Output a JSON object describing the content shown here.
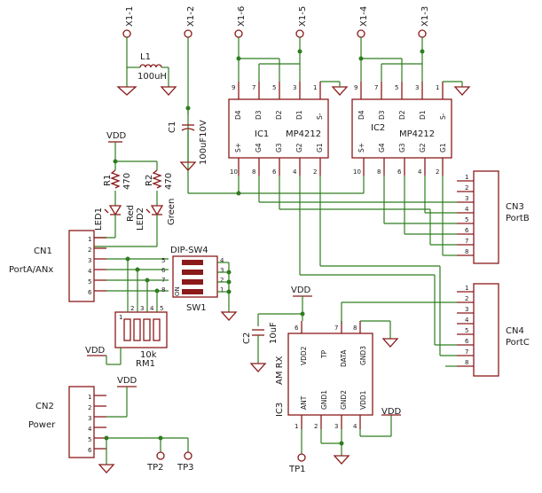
{
  "top_pins": [
    "X1-1",
    "X1-2",
    "X1-6",
    "X1-5",
    "X1-4",
    "X1-3"
  ],
  "L1": {
    "name": "L1",
    "value": "100uH"
  },
  "C1": {
    "name": "C1",
    "value": "100uF10V"
  },
  "C2": {
    "name": "C2",
    "value": "10uF"
  },
  "R1": {
    "name": "R1",
    "value": "470"
  },
  "R2": {
    "name": "R2",
    "value": "470"
  },
  "LED1": {
    "name": "LED1",
    "color": "Red"
  },
  "LED2": {
    "name": "LED2",
    "color": "Green"
  },
  "VDD": "VDD",
  "IC1": {
    "name": "IC1",
    "part": "MP4212",
    "top": [
      "D4",
      "D3",
      "D2",
      "D1",
      "S-"
    ],
    "bottom": [
      "S+",
      "G4",
      "G3",
      "G2",
      "G1"
    ],
    "top_nums": [
      "9",
      "7",
      "5",
      "3",
      "1"
    ],
    "bottom_nums": [
      "10",
      "8",
      "6",
      "4",
      "2"
    ]
  },
  "IC2": {
    "name": "IC2",
    "part": "MP4212"
  },
  "IC3": {
    "name": "IC3",
    "part": "AM RX",
    "top": [
      "VDD2",
      "TP",
      "DATA",
      "GND3"
    ],
    "bottom": [
      "ANT",
      "GND1",
      "GND2",
      "VDD1"
    ],
    "top_nums": [
      "6",
      "",
      "7",
      "8"
    ],
    "bottom_nums": [
      "1",
      "2",
      "3",
      "4"
    ]
  },
  "CN1": {
    "name": "CN1",
    "label": "PortA/ANx",
    "pins": [
      "1",
      "2",
      "3",
      "4",
      "5",
      "6"
    ]
  },
  "CN2": {
    "name": "CN2",
    "label": "Power",
    "pins": [
      "1",
      "2",
      "3",
      "4",
      "5",
      "6"
    ]
  },
  "CN3": {
    "name": "CN3",
    "label": "PortB",
    "pins": [
      "1",
      "2",
      "3",
      "4",
      "5",
      "6",
      "7",
      "8"
    ]
  },
  "CN4": {
    "name": "CN4",
    "label": "PortC",
    "pins": [
      "1",
      "2",
      "3",
      "4",
      "5",
      "6",
      "7",
      "8"
    ]
  },
  "DIP": {
    "name": "DIP-SW4",
    "ref": "SW1",
    "on": "ON",
    "left_nums": [
      "5",
      "6",
      "7",
      "8"
    ],
    "right_nums": [
      "4",
      "3",
      "2",
      "1"
    ]
  },
  "RM1": {
    "name": "RM1",
    "value": "10k",
    "pins": [
      "1",
      "2",
      "3",
      "4",
      "5"
    ]
  },
  "TP1": "TP1",
  "TP2": "TP2",
  "TP3": "TP3"
}
